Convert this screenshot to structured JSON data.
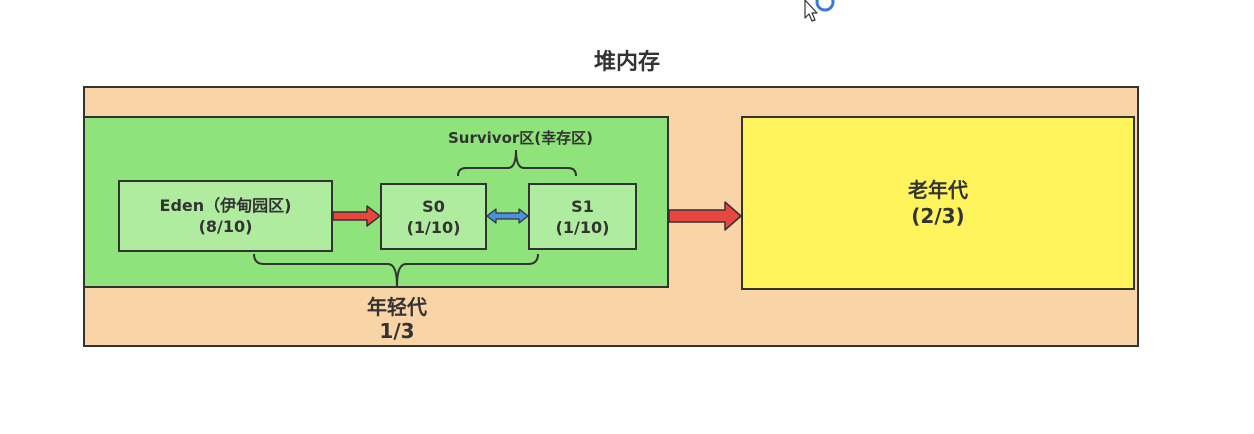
{
  "diagram": {
    "title": "堆内存",
    "young_generation": {
      "label": "年轻代",
      "ratio": "1/3",
      "survivor_label": "Survivor区(幸存区)",
      "eden": {
        "name": "Eden（伊甸园区)",
        "ratio": "(8/10)"
      },
      "s0": {
        "name": "S0",
        "ratio": "(1/10)"
      },
      "s1": {
        "name": "S1",
        "ratio": "(1/10)"
      }
    },
    "old_generation": {
      "name": "老年代",
      "ratio": "(2/3)"
    }
  },
  "colors": {
    "heap_fill": "#f9d4a7",
    "young_fill": "#8ee37a",
    "region_fill": "#b0ec9f",
    "old_fill": "#fff45c",
    "arrow_red": "#e8473f",
    "arrow_blue": "#4a8fe0",
    "outline": "#333333"
  }
}
